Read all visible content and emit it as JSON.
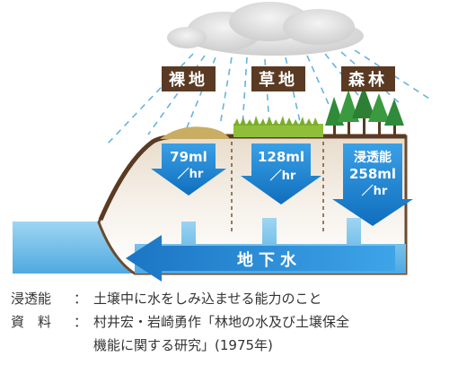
{
  "land_labels": {
    "bare": "裸地",
    "grass": "草地",
    "forest": "森林"
  },
  "infiltration": {
    "bare": {
      "value": "79ml",
      "unit": "／hr"
    },
    "grass": {
      "value": "128ml",
      "unit": "／hr"
    },
    "forest": {
      "prefix": "浸透能",
      "value": "258ml",
      "unit": "／hr"
    }
  },
  "groundwater_label": "地下水",
  "captions": [
    {
      "key": "浸透能",
      "sep": "：",
      "text": "土壌中に水をしみ込ませる能力のこと"
    },
    {
      "key": "資　料",
      "sep": "：",
      "text": "村井宏・岩崎勇作「林地の水及び土壌保全"
    },
    {
      "key": "",
      "sep": "",
      "text": "機能に関する研究」(1975年)"
    }
  ],
  "colors": {
    "label_bg": "#5a3a22",
    "arrow_blue": "#1a7fd0",
    "water_blue": "#7ec8ee",
    "soil_light": "#f3ece2",
    "soil_edge": "#6b4a2e"
  }
}
